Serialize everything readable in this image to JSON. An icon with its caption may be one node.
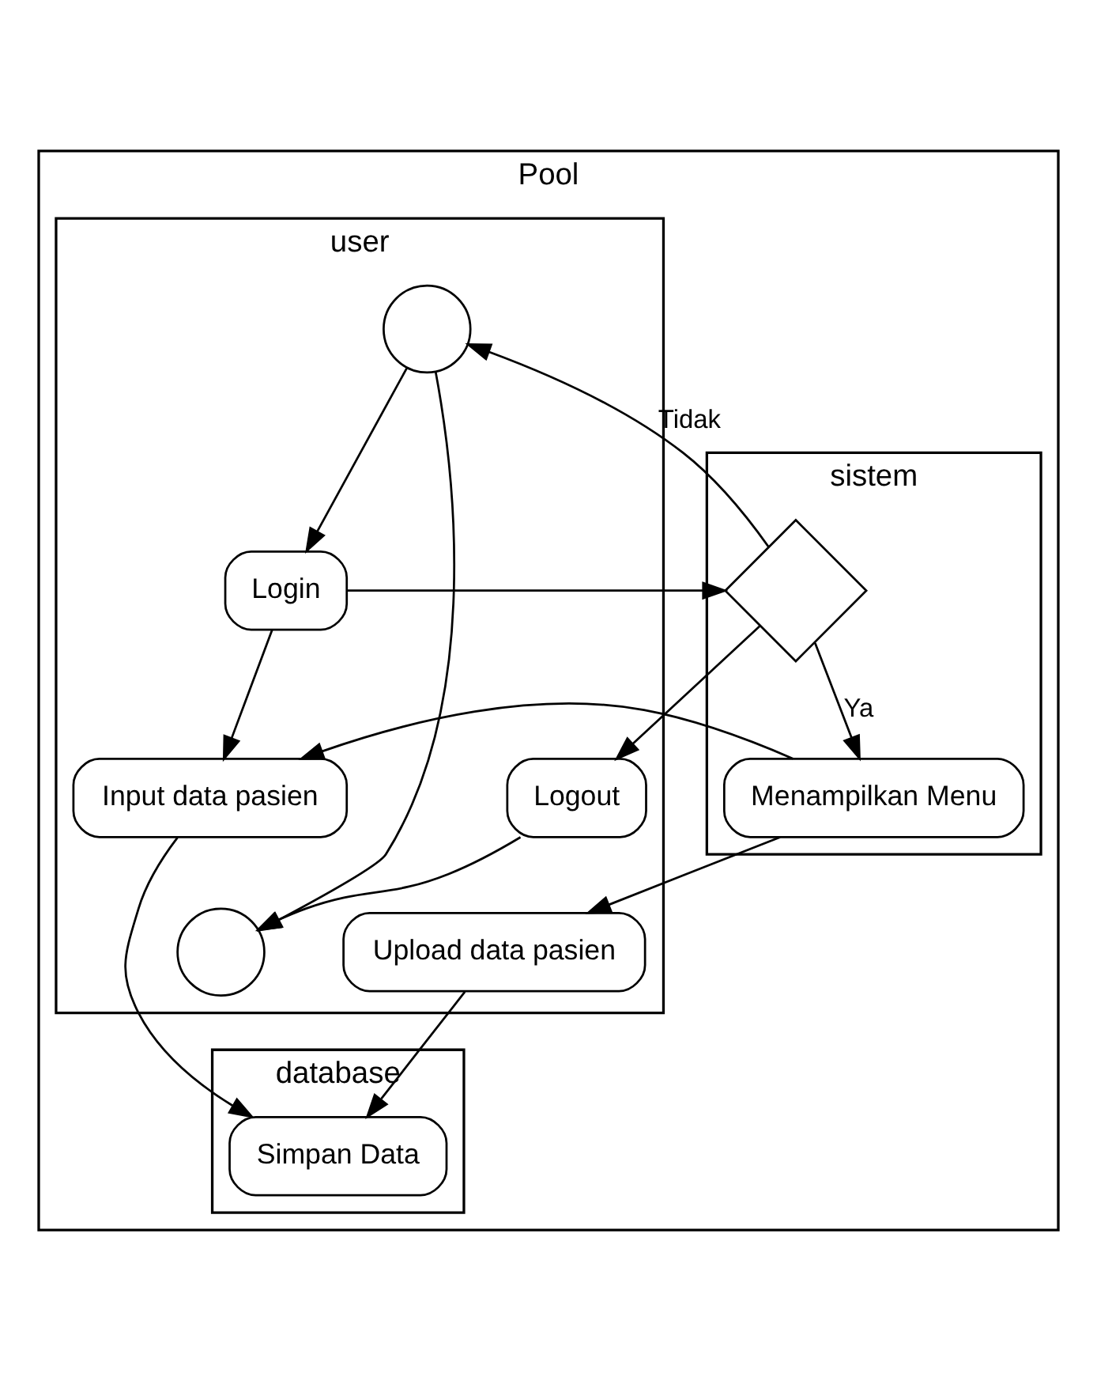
{
  "diagram": {
    "nodes": [
      {
        "text": [
          "Pool"
        ]
      },
      {
        "text": [
          "user"
        ],
        "in": 0
      },
      {
        "text": [
          "sistem"
        ],
        "in": 0
      },
      {
        "text": [
          "database"
        ],
        "in": 0
      },
      {
        "text": [],
        "shape": "circle",
        "in": 1
      },
      {
        "text": [
          "Login"
        ],
        "in": 1
      },
      {
        "text": [],
        "shape": "diamond",
        "in": 2
      },
      {
        "text": [
          "Menampilkan Menu"
        ],
        "in": 2
      },
      {
        "text": [
          "Input data pasien"
        ],
        "in": 1
      },
      {
        "text": [
          "Upload data pasien"
        ],
        "in": 1
      },
      {
        "text": [
          "Simpan Data"
        ],
        "in": 3
      },
      {
        "text": [
          "Logout"
        ],
        "in": 1
      },
      {
        "text": [],
        "shape": "circle",
        "in": 1
      }
    ],
    "edges": [
      {
        "from": 4,
        "to": 5,
        "arrow": "to"
      },
      {
        "from": 5,
        "to": 6,
        "arrow": "to"
      },
      {
        "from": 6,
        "to": 4,
        "arrow": "to",
        "label": "Tidak"
      },
      {
        "from": 6,
        "to": 7,
        "arrow": "to",
        "label": "Ya"
      },
      {
        "from": 5,
        "to": 8,
        "arrow": "to"
      },
      {
        "from": 7,
        "to": 8,
        "arrow": "to"
      },
      {
        "from": 7,
        "to": 9,
        "arrow": "to"
      },
      {
        "from": 9,
        "to": 10,
        "arrow": "to"
      },
      {
        "from": 8,
        "to": 10,
        "arrow": "to"
      },
      {
        "from": 6,
        "to": 11,
        "arrow": "to"
      },
      {
        "from": 4,
        "to": 12,
        "arrow": "to"
      },
      {
        "from": 11,
        "to": 12,
        "arrow": "to"
      }
    ]
  }
}
